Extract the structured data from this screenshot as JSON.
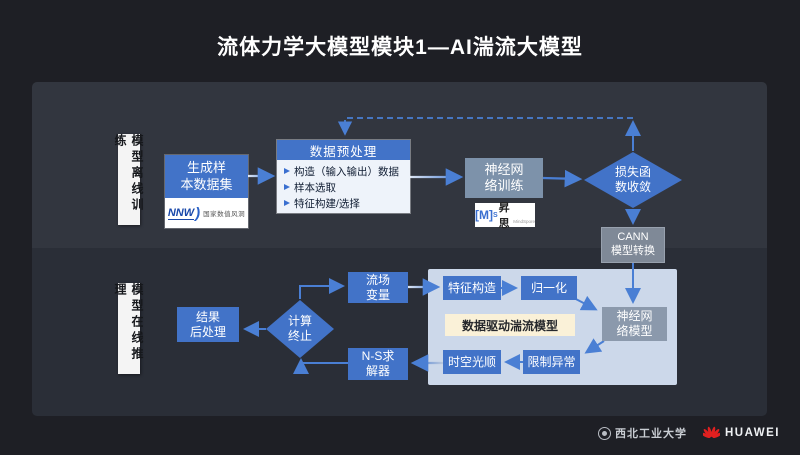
{
  "title": "流体力学大模型模块1—AI湍流大模型",
  "sections": {
    "offline": {
      "label": "模型离线训练",
      "sample_dataset": "生成样\n本数据集",
      "nnw_logo": {
        "abbr": "NNW",
        "swoosh": ")",
        "name": "国家数值风洞"
      },
      "preprocess": {
        "title": "数据预处理",
        "items": [
          "构造（输入输出）数据",
          "样本选取",
          "特征构建/选择"
        ]
      },
      "nn_training": "神经网\n络训练",
      "mindspore_logo": {
        "mark": "[M]",
        "sup": "S",
        "name": "昇思",
        "sub": "MindSpore"
      },
      "loss_convergence": "损失函\n数收敛",
      "cann_convert": "CANN\n模型转换"
    },
    "online": {
      "label": "模型在线推理",
      "result_postprocess": "结果\n后处理",
      "compute_terminate": "计算\n终止",
      "flow_variables": "流场\n变量",
      "ns_solver": "N-S求\n解器",
      "panel": {
        "feature_construct": "特征构造",
        "normalize": "归一化",
        "nn_model": "神经网\n络模型",
        "data_driven_model": "数据驱动湍流模型",
        "limit_anomaly": "限制异常",
        "spatiotemporal_smooth": "时空光顺"
      }
    }
  },
  "footer": {
    "npu": "西北工业大学",
    "huawei": "HUAWEI"
  },
  "colors": {
    "background": "#1e1f25",
    "band_top": "#32363f",
    "band_bottom": "#2a2e37",
    "accent_blue": "#4273c8",
    "arrow_blue": "#4a7fd4",
    "gray_blue": "#7d92aa",
    "panel_bg": "#ccd8ea",
    "cream_bg": "#faf1d8",
    "huawei_red": "#e02020"
  }
}
